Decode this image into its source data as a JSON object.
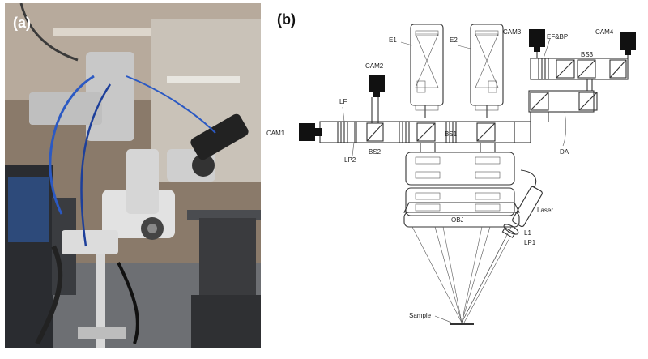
{
  "panels": {
    "a": {
      "label": "(a)"
    },
    "b": {
      "label": "(b)"
    }
  },
  "diagram": {
    "labels": {
      "e1": "E1",
      "e2": "E2",
      "cam1": "CAM1",
      "cam2": "CAM2",
      "cam3": "CAM3",
      "cam4": "CAM4",
      "efbp": "EF&BP",
      "bs1": "BS1",
      "bs2": "BS2",
      "bs3": "BS3",
      "lf": "LF",
      "lp2": "LP2",
      "da": "DA",
      "obj": "OBJ",
      "laser": "Laser",
      "l1": "L1",
      "lp1": "LP1",
      "sample": "Sample"
    }
  },
  "colors": {
    "ink": "#333333",
    "camera": "#111111"
  }
}
